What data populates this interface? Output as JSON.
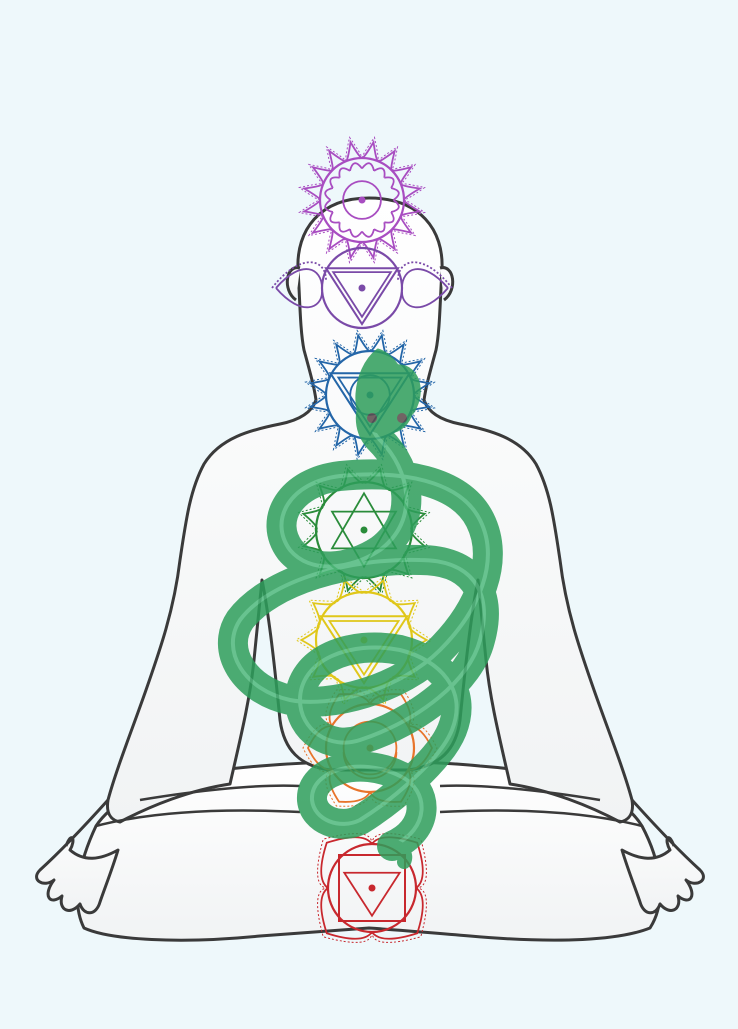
{
  "background": "#eef8fb",
  "body_outline": {
    "stroke": "#3a3a3a",
    "fill": "#ffffff"
  },
  "kundalini_serpent": {
    "color": "#2e9e5b"
  },
  "chakras": [
    {
      "key": "crown",
      "color": "#a84dc1",
      "petals": 16,
      "shape": "none"
    },
    {
      "key": "third-eye",
      "color": "#7a4aa8",
      "petals": 2,
      "shape": "triangle-down"
    },
    {
      "key": "throat",
      "color": "#2466a8",
      "petals": 16,
      "shape": "triangle-down-circle"
    },
    {
      "key": "heart",
      "color": "#2a8c3a",
      "petals": 12,
      "shape": "hexagram"
    },
    {
      "key": "solar-plexus",
      "color": "#e0c71a",
      "petals": 10,
      "shape": "triangle-down"
    },
    {
      "key": "sacral",
      "color": "#e8742b",
      "petals": 6,
      "shape": "circle-crescent"
    },
    {
      "key": "root",
      "color": "#c8282e",
      "petals": 4,
      "shape": "square-triangle"
    }
  ]
}
